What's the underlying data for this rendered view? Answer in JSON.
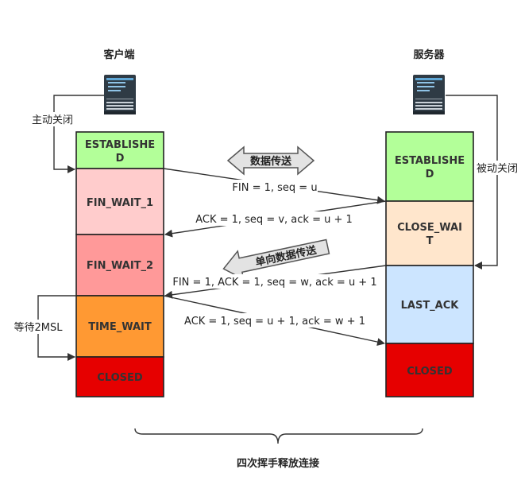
{
  "client": {
    "title": "客户端",
    "annotation_active_close": "主动关闭",
    "annotation_wait": "等待2MSL",
    "states": [
      {
        "line1": "ESTABLISHE",
        "line2": "D",
        "color": "#b3ff99"
      },
      {
        "line1": "FIN_WAIT_1",
        "line2": "",
        "color": "#ffcccc"
      },
      {
        "line1": "FIN_WAIT_2",
        "line2": "",
        "color": "#ff9999"
      },
      {
        "line1": "TIME_WAIT",
        "line2": "",
        "color": "#ff9933"
      },
      {
        "line1": "CLOSED",
        "line2": "",
        "color": "#e60000"
      }
    ]
  },
  "server": {
    "title": "服务器",
    "annotation_passive_close": "被动关闭",
    "states": [
      {
        "line1": "ESTABLISHE",
        "line2": "D",
        "color": "#b3ff99"
      },
      {
        "line1": "CLOSE_WAI",
        "line2": "T",
        "color": "#ffe6cc"
      },
      {
        "line1": "LAST_ACK",
        "line2": "",
        "color": "#cce5ff"
      },
      {
        "line1": "CLOSED",
        "line2": "",
        "color": "#e60000"
      }
    ]
  },
  "messages": [
    {
      "text": "FIN = 1, seq = u"
    },
    {
      "text": "ACK = 1, seq = v, ack = u + 1"
    },
    {
      "text": "FIN = 1, ACK = 1, seq = w, ack = u + 1"
    },
    {
      "text": "ACK = 1, seq = u + 1, ack = w + 1"
    }
  ],
  "data_transfer": "数据传送",
  "one_way_transfer": "单向数据传送",
  "caption": "四次挥手释放连接"
}
